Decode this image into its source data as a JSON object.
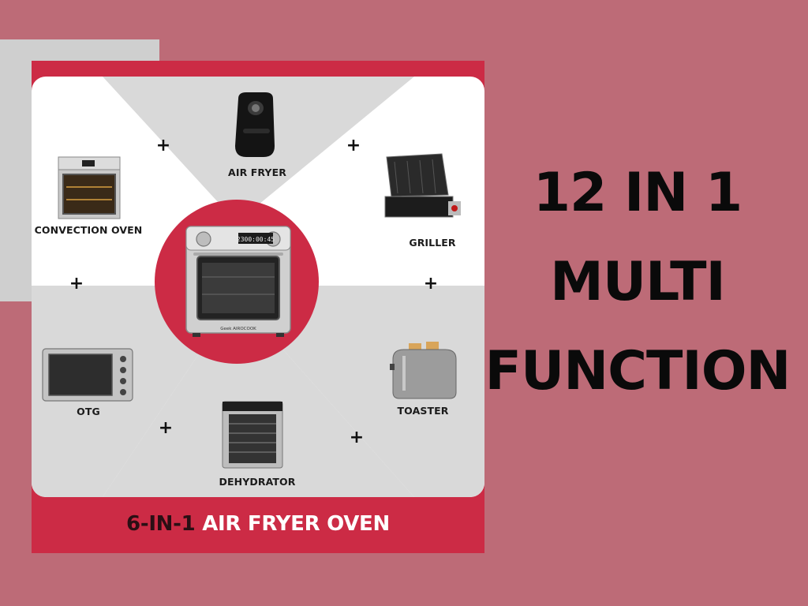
{
  "poster": {
    "functions": [
      {
        "id": "air-fryer",
        "label": "AIR FRYER"
      },
      {
        "id": "convection-oven",
        "label": "CONVECTION OVEN"
      },
      {
        "id": "griller",
        "label": "GRILLER"
      },
      {
        "id": "otg",
        "label": "OTG"
      },
      {
        "id": "toaster",
        "label": "TOASTER"
      },
      {
        "id": "dehydrator",
        "label": "DEHYDRATOR"
      }
    ],
    "plus_sign": "+",
    "center_display": "2300:00:45",
    "center_brand": "Geek AIROCOOK",
    "banner": {
      "part1": "6-IN-1",
      "part2": "AIR FRYER OVEN"
    }
  },
  "headline": {
    "line1": "12 IN 1",
    "line2": "MULTI",
    "line3": "FUNCTION"
  },
  "colors": {
    "background": "#bd6b77",
    "card_red": "#cc2b45",
    "grey_block": "#cfcfcf"
  }
}
